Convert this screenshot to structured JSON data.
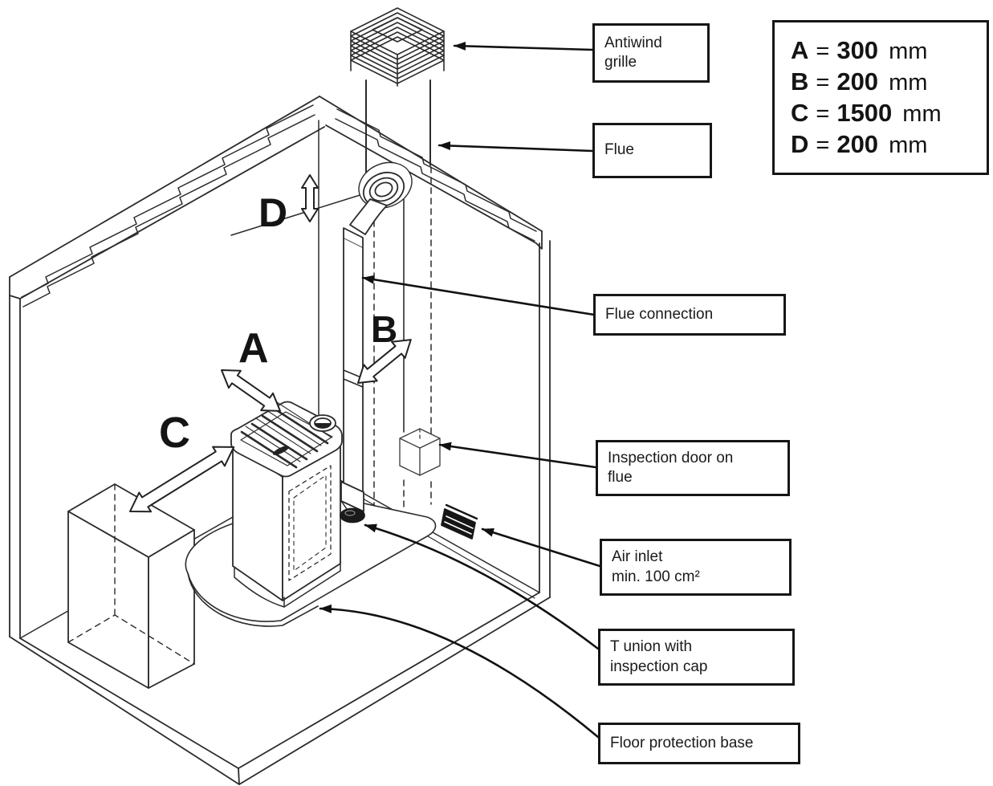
{
  "legend": {
    "equals": "=",
    "rows": [
      {
        "letter": "A",
        "value": "300",
        "unit": "mm"
      },
      {
        "letter": "B",
        "value": "200",
        "unit": "mm"
      },
      {
        "letter": "C",
        "value": "1500",
        "unit": "mm"
      },
      {
        "letter": "D",
        "value": "200",
        "unit": "mm"
      }
    ]
  },
  "callouts": {
    "antiwind": {
      "lines": [
        "Antiwind",
        "grille"
      ]
    },
    "flue": {
      "lines": [
        "Flue"
      ]
    },
    "flue_connection": {
      "lines": [
        "Flue connection"
      ]
    },
    "inspection_door": {
      "lines": [
        "Inspection door on",
        "flue"
      ]
    },
    "air_inlet": {
      "lines": [
        "Air inlet",
        "min. 100 cm²"
      ]
    },
    "t_union": {
      "lines": [
        "T union with",
        "inspection cap"
      ]
    },
    "floor_base": {
      "lines": [
        "Floor protection base"
      ]
    }
  },
  "dimension_markers": {
    "a": "A",
    "b": "B",
    "c": "C",
    "d": "D"
  }
}
